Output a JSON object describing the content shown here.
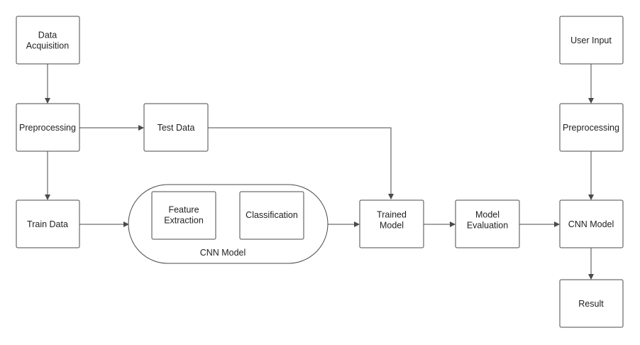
{
  "nodes": {
    "data_acquisition": "Data\nAcquisition",
    "preprocessing_left": "Preprocessing",
    "test_data": "Test Data",
    "train_data": "Train Data",
    "feature_extraction": "Feature\nExtraction",
    "classification": "Classification",
    "cnn_model_group": "CNN Model",
    "trained_model": "Trained\nModel",
    "model_evaluation": "Model\nEvaluation",
    "user_input": "User Input",
    "preprocessing_right": "Preprocessing",
    "cnn_model_right": "CNN Model",
    "result": "Result"
  },
  "edges": [
    {
      "from": "data_acquisition",
      "to": "preprocessing_left"
    },
    {
      "from": "preprocessing_left",
      "to": "test_data"
    },
    {
      "from": "preprocessing_left",
      "to": "train_data"
    },
    {
      "from": "train_data",
      "to": "cnn_model_group"
    },
    {
      "from": "test_data",
      "to": "trained_model"
    },
    {
      "from": "cnn_model_group",
      "to": "trained_model"
    },
    {
      "from": "trained_model",
      "to": "model_evaluation"
    },
    {
      "from": "model_evaluation",
      "to": "cnn_model_right"
    },
    {
      "from": "user_input",
      "to": "preprocessing_right"
    },
    {
      "from": "preprocessing_right",
      "to": "cnn_model_right"
    },
    {
      "from": "cnn_model_right",
      "to": "result"
    }
  ],
  "colors": {
    "stroke": "#4a4a4a",
    "text": "#222222",
    "background": "#ffffff"
  }
}
